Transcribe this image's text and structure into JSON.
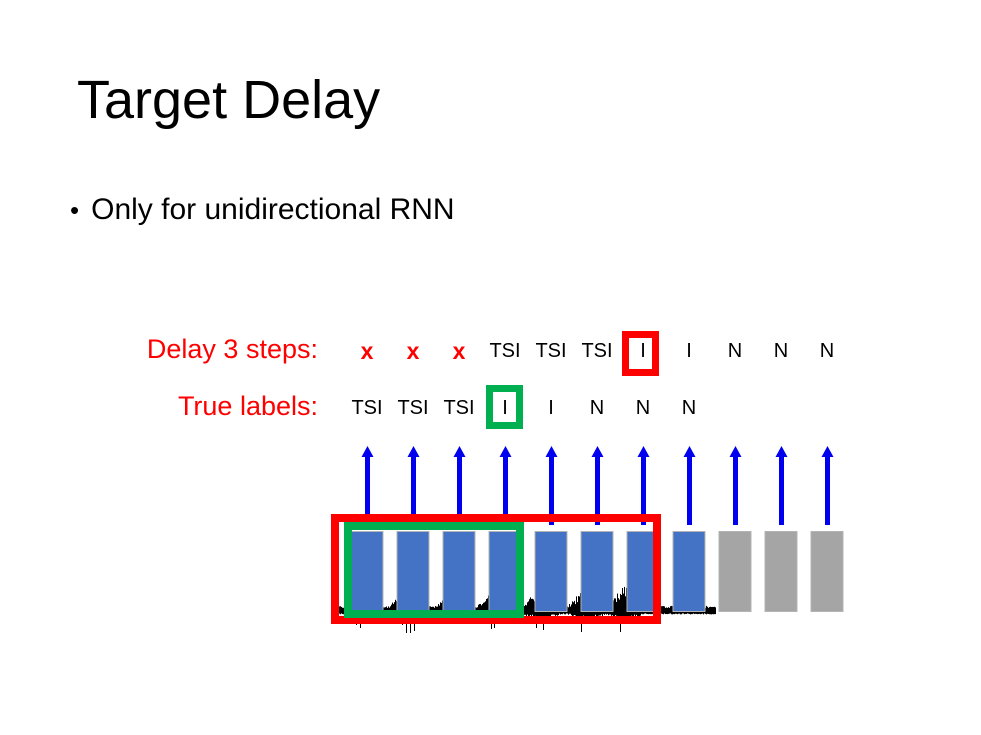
{
  "slide": {
    "title": "Target Delay",
    "bullet_marker": "•",
    "bullet_text": "Only for unidirectional RNN"
  },
  "colors": {
    "label_red": "#FF0000",
    "highlight_green": "#00B050",
    "arrow_blue": "#0000EE",
    "bar_blue": "#4472C4",
    "bar_gray": "#A5A5A5",
    "text_black": "#000000",
    "background": "#FFFFFF"
  },
  "diagram": {
    "rows": [
      {
        "caption": "Delay 3 steps:",
        "tokens": [
          "x",
          "x",
          "x",
          "TSI",
          "TSI",
          "TSI",
          "I",
          "I",
          "N",
          "N",
          "N"
        ],
        "highlight_index": 6,
        "highlight_color": "#FF0000"
      },
      {
        "caption": "True labels:",
        "tokens": [
          "TSI",
          "TSI",
          "TSI",
          "I",
          "I",
          "N",
          "N",
          "N"
        ],
        "highlight_index": 3,
        "highlight_color": "#00B050"
      }
    ],
    "arrow_count": 11,
    "bars": [
      {
        "kind": "blue"
      },
      {
        "kind": "blue"
      },
      {
        "kind": "blue"
      },
      {
        "kind": "blue"
      },
      {
        "kind": "blue"
      },
      {
        "kind": "blue"
      },
      {
        "kind": "blue"
      },
      {
        "kind": "blue"
      },
      {
        "kind": "gray"
      },
      {
        "kind": "gray"
      },
      {
        "kind": "gray"
      }
    ],
    "group_boxes": [
      {
        "name": "delayed-input-window",
        "color": "#FF0000",
        "covers_bars": 7
      },
      {
        "name": "true-label-window",
        "color": "#00B050",
        "covers_bars": 4
      }
    ],
    "waveform_label": "speech-waveform"
  }
}
